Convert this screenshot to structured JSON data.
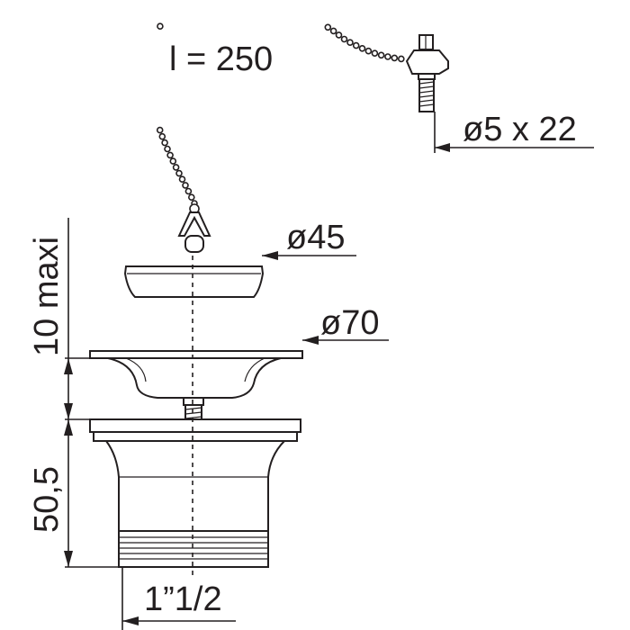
{
  "diagram": {
    "chain_length_label": "l = 250",
    "screw_label": "ø5 x 22",
    "plug_diameter_label": "ø45",
    "flange_diameter_label": "ø70",
    "max_thickness_label": "10 maxi",
    "body_height_label": "50,5",
    "thread_label": "1”1/2"
  }
}
